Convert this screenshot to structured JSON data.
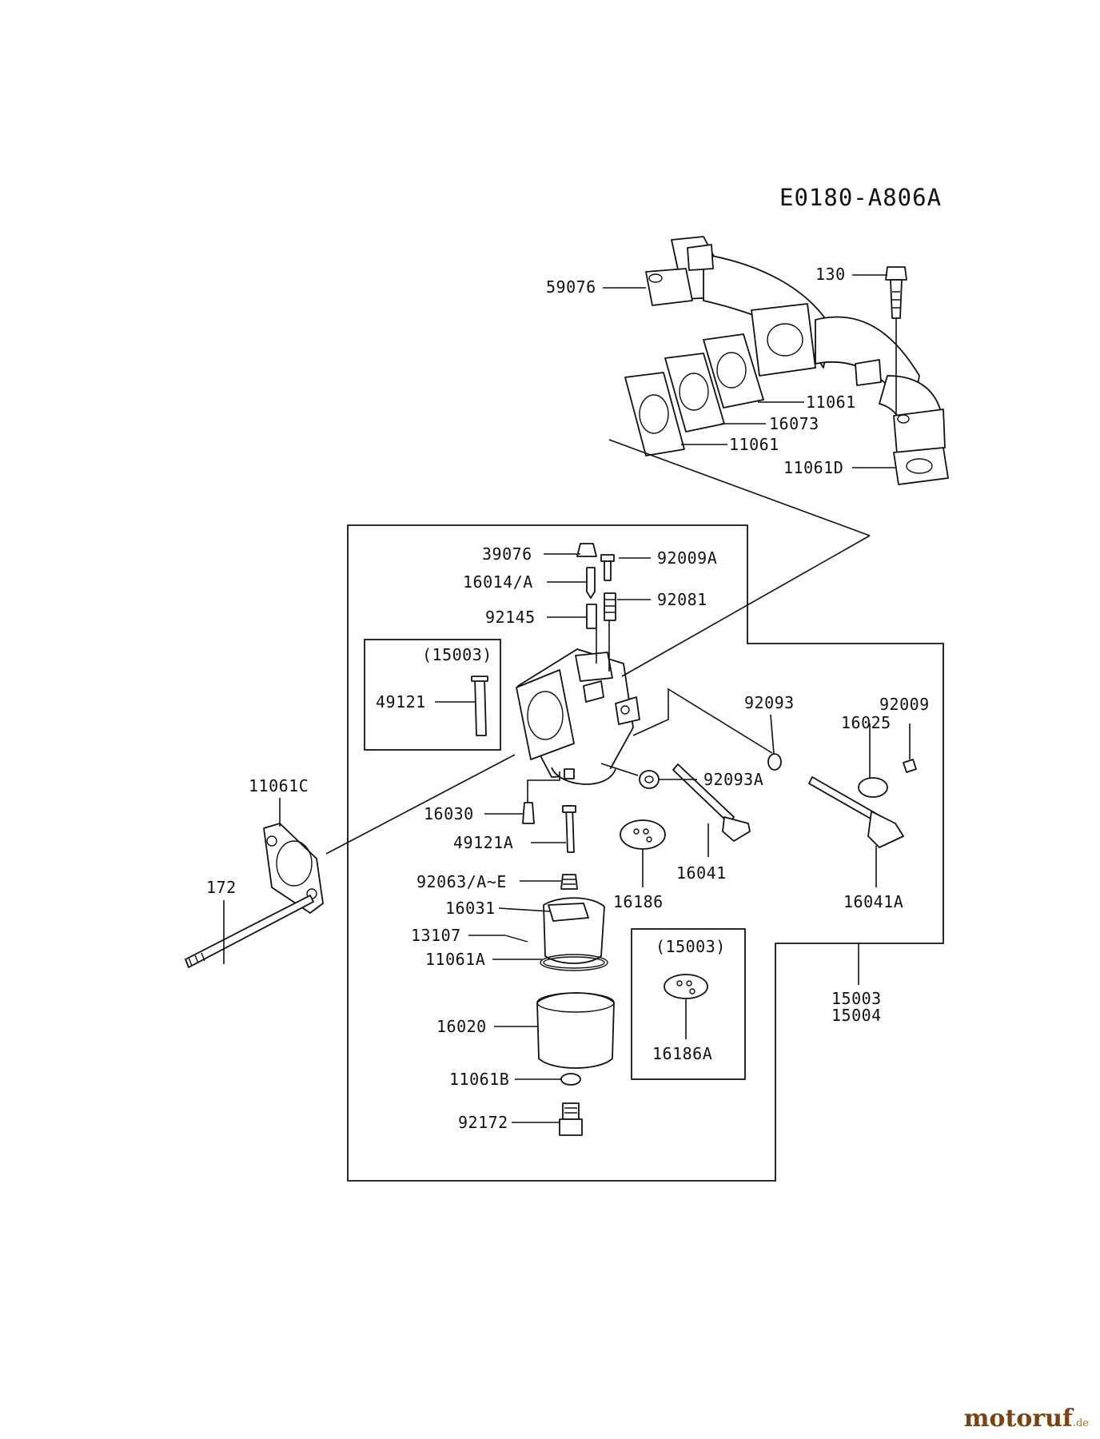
{
  "diagram": {
    "code": "E0180-A806A",
    "labels": {
      "59076": "59076",
      "130": "130",
      "11061_upper": "11061",
      "16073": "16073",
      "11061_lower": "11061",
      "11061D": "11061D",
      "39076": "39076",
      "92009A": "92009A",
      "16014A": "16014/A",
      "92145": "92145",
      "92081": "92081",
      "kit_15003_a": "(15003)",
      "49121": "49121",
      "92093": "92093",
      "92009": "92009",
      "16025": "16025",
      "11061C": "11061C",
      "92093A": "92093A",
      "16030": "16030",
      "49121A": "49121A",
      "16041": "16041",
      "16186": "16186",
      "16041A": "16041A",
      "172": "172",
      "92063AE": "92063/A~E",
      "16031": "16031",
      "13107": "13107",
      "11061A": "11061A",
      "kit_15003_b": "(15003)",
      "16186A": "16186A",
      "15003": "15003",
      "15004": "15004",
      "16020": "16020",
      "11061B": "11061B",
      "92172": "92172"
    }
  },
  "watermark": {
    "brand": "motoruf",
    "tld": ".de"
  }
}
